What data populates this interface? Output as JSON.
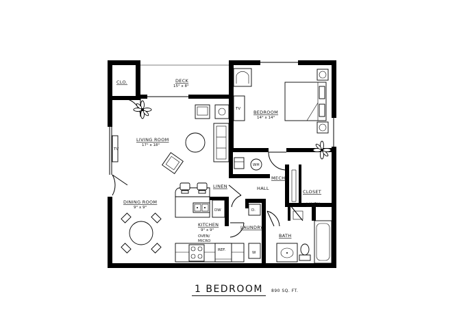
{
  "plan": {
    "title": "1 BEDROOM",
    "area": "890 SQ. FT.",
    "rooms": {
      "deck": {
        "name": "DECK",
        "dim": "15° x 8°"
      },
      "clo": {
        "name": "CLO."
      },
      "living": {
        "name": "LIVING ROOM",
        "dim": "17° x 18°"
      },
      "bedroom": {
        "name": "BEDROOM",
        "dim": "14° x 14°"
      },
      "dining": {
        "name": "DINING ROOM",
        "dim": "9° x 9°"
      },
      "kitchen": {
        "name": "KITCHEN",
        "dim": "9° x 9°"
      },
      "hall": {
        "name": "HALL"
      },
      "linen1": {
        "name": "LINEN"
      },
      "linen2": {
        "name": "LINEN"
      },
      "closet": {
        "name": "CLOSET"
      },
      "mech": {
        "name": "MECH."
      },
      "laundry": {
        "name": "LAUNDRY"
      },
      "bath": {
        "name": "BATH"
      }
    },
    "fixtures": {
      "tv1": "TV",
      "tv2": "TV",
      "dw": "DW",
      "ref": "REF.",
      "oven_l1": "OVEN/",
      "oven_l2": "MICRO",
      "wh": "WH",
      "dryer": "D.",
      "washer": "W"
    }
  }
}
